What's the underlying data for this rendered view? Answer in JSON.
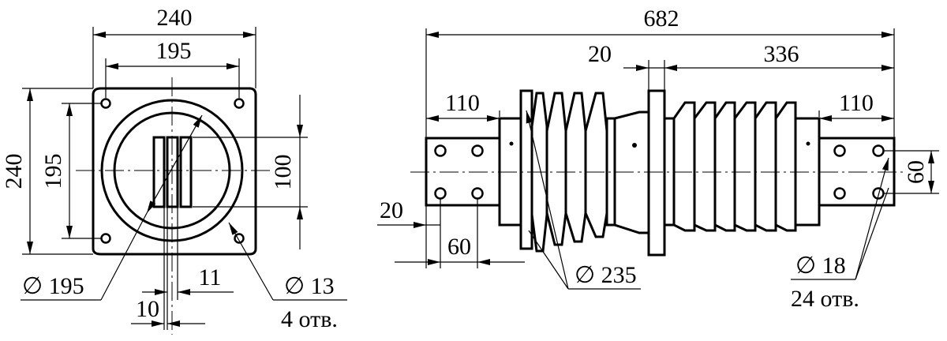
{
  "front_view": {
    "overall_width": "240",
    "bolt_spacing_width": "195",
    "overall_height": "240",
    "bolt_spacing_height": "195",
    "busbar_height": "100",
    "bore_diameter": "∅ 195",
    "hole_diameter": "∅ 13",
    "hole_count": "4 отв.",
    "slot_width": "11",
    "slot_gap": "10"
  },
  "side_view": {
    "overall_length": "682",
    "flange_thickness": "20",
    "right_section_length": "336",
    "left_terminal_length": "110",
    "right_terminal_length": "110",
    "terminal_hole_spacing_v": "60",
    "terminal_edge_offset": "20",
    "terminal_hole_spacing_h": "60",
    "shed_diameter": "∅ 235",
    "terminal_hole_diameter": "∅ 18",
    "terminal_hole_count": "24 отв."
  },
  "colors": {
    "line": "#000000",
    "background": "#ffffff"
  }
}
